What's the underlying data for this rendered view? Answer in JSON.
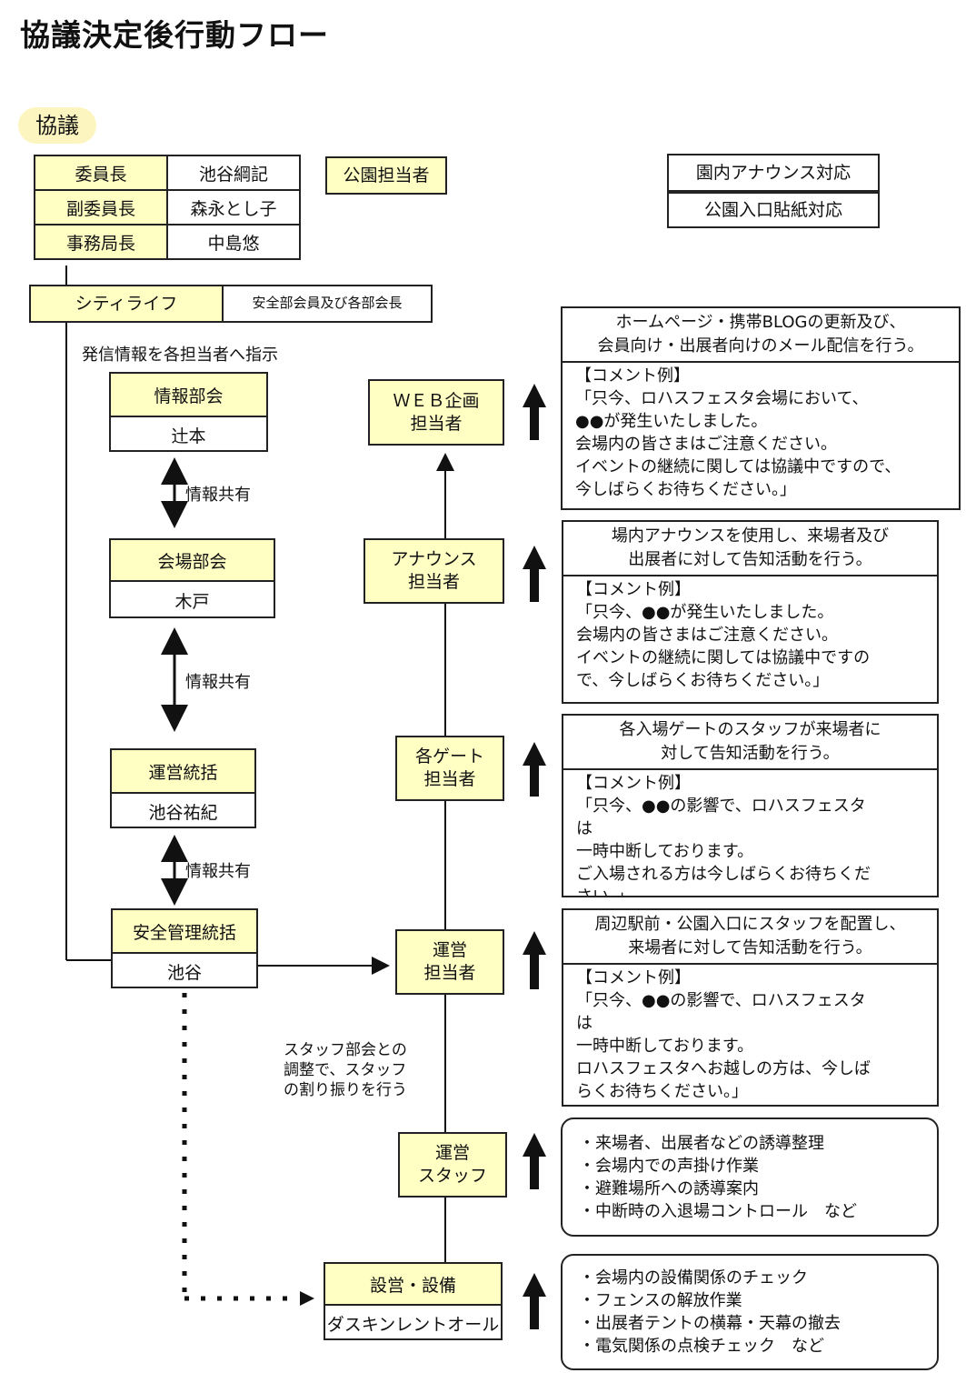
{
  "title": "協議決定後行動フロー",
  "section_label": "協議",
  "committee": [
    {
      "role": "委員長",
      "name": "池谷綱記"
    },
    {
      "role": "副委員長",
      "name": "森永とし子"
    },
    {
      "role": "事務局長",
      "name": "中島悠"
    }
  ],
  "park_contact": "公園担当者",
  "park_tasks": [
    "園内アナウンス対応",
    "公園入口貼紙対応"
  ],
  "city_life": {
    "label": "シティライフ",
    "note": "安全部会員及び各部会長"
  },
  "instruction": "発信情報を各担当者へ指示",
  "share_label": "情報共有",
  "left_units": [
    {
      "header": "情報部会",
      "body": "辻本"
    },
    {
      "header": "会場部会",
      "body": "木戸"
    },
    {
      "header": "運営統括",
      "body": "池谷祐紀"
    },
    {
      "header": "安全管理統括",
      "body": "池谷"
    }
  ],
  "staff_note": "スタッフ部会との\n調整で、スタッフ\nの割り振りを行う",
  "roles": [
    {
      "label": "ＷＥＢ企画\n担当者"
    },
    {
      "label": "アナウンス\n担当者"
    },
    {
      "label": "各ゲート\n担当者"
    },
    {
      "label": "運営\n担当者"
    },
    {
      "label": "運営\nスタッフ"
    }
  ],
  "equipment": {
    "header": "設営・設備",
    "body": "ダスキンレントオール"
  },
  "descriptions": [
    {
      "header": "ホームページ・携帯BLOGの更新及び、\n会員向け・出展者向けのメール配信を行う。",
      "body": "【コメント例】\n「只今、ロハスフェスタ会場において、\n●●が発生いたしました。\n会場内の皆さまはご注意ください。\nイベントの継続に関しては協議中ですので、\n今しばらくお待ちください。」"
    },
    {
      "header": "場内アナウンスを使用し、来場者及び\n出展者に対して告知活動を行う。",
      "body": "【コメント例】\n「只今、●●が発生いたしました。\n会場内の皆さまはご注意ください。\nイベントの継続に関しては協議中ですの\nで、今しばらくお待ちください。」"
    },
    {
      "header": "各入場ゲートのスタッフが来場者に\n対して告知活動を行う。",
      "body": "【コメント例】\n「只今、●●の影響で、ロハスフェスタ\nは\n一時中断しております。\nご入場される方は今しばらくお待ちくだ\nさい。」"
    },
    {
      "header": "周辺駅前・公園入口にスタッフを配置し、\n来場者に対して告知活動を行う。",
      "body": "【コメント例】\n「只今、●●の影響で、ロハスフェスタ\nは\n一時中断しております。\nロハスフェスタへお越しの方は、今しば\nらくお待ちください。」"
    }
  ],
  "staff_tasks": [
    "・来場者、出展者などの誘導整理",
    "・会場内での声掛け作業",
    "・避難場所への誘導案内",
    "・中断時の入退場コントロール　など"
  ],
  "equipment_tasks": [
    "・会場内の設備関係のチェック",
    "・フェンスの解放作業",
    "・出展者テントの横幕・天幕の撤去",
    "・電気関係の点検チェック　など"
  ]
}
